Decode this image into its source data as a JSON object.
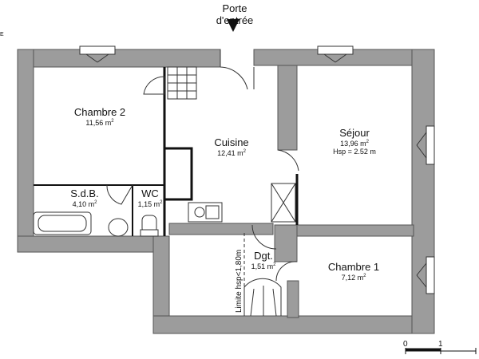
{
  "entrance": {
    "line1": "Porte",
    "line2": "d'entrée"
  },
  "rooms": [
    {
      "name": "Chambre 2",
      "area": "11,56 m",
      "sup": "2"
    },
    {
      "name": "Cuisine",
      "area": "12,41 m",
      "sup": "2"
    },
    {
      "name": "Séjour",
      "area": "13,96 m",
      "sup": "2",
      "extra": "Hsp = 2.52 m"
    },
    {
      "name": "S.d.B.",
      "area": "4,10 m",
      "sup": "2"
    },
    {
      "name": "WC",
      "area": "1,15 m",
      "sup": "2"
    },
    {
      "name": "Dgt.",
      "area": "1,51 m",
      "sup": "2"
    },
    {
      "name": "Chambre 1",
      "area": "7,12 m",
      "sup": "2"
    }
  ],
  "limit_label": "Limite hsp<1,80m",
  "scale": {
    "zero": "0",
    "one": "1"
  },
  "edge_mark": "E",
  "colors": {
    "wall": "#9c9c9c",
    "wall_stroke": "#555555",
    "line": "#111111"
  }
}
